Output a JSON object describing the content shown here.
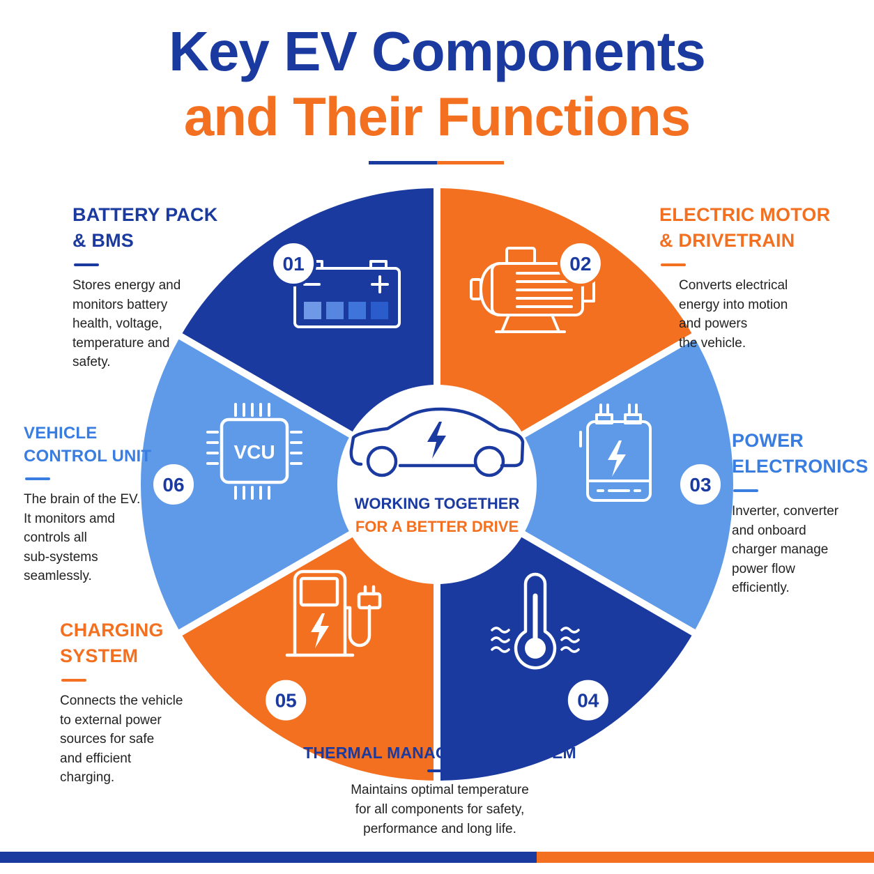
{
  "title": {
    "line1": "Key EV Components",
    "line2": "and Their Functions"
  },
  "colors": {
    "dark_blue": "#1a3aa0",
    "orange": "#f37021",
    "light_blue": "#5f9ae8",
    "badge_text": "#1a3aa0"
  },
  "center": {
    "line1": "WORKING TOGETHER",
    "line2": "FOR A BETTER DRIVE",
    "icon": "electric-car-icon"
  },
  "components": [
    {
      "number": "01",
      "title": "BATTERY PACK\n& BMS",
      "description": "Stores energy and\nmonitors battery\nhealth, voltage,\ntemperature and\nsafety.",
      "icon": "battery-icon",
      "segment_color": "dark_blue"
    },
    {
      "number": "02",
      "title": "ELECTRIC MOTOR\n& DRIVETRAIN",
      "description": "Converts electrical\nenergy into motion\nand powers\nthe vehicle.",
      "icon": "motor-icon",
      "segment_color": "orange"
    },
    {
      "number": "03",
      "title": "POWER\nELECTRONICS",
      "description": "Inverter, converter\nand onboard\ncharger manage\npower flow\nefficiently.",
      "icon": "power-module-icon",
      "segment_color": "light_blue"
    },
    {
      "number": "04",
      "title": "THERMAL MANAGEMENT SYSTEM",
      "description": "Maintains optimal temperature\nfor all components for safety,\nperformance and long life.",
      "icon": "thermometer-icon",
      "segment_color": "dark_blue"
    },
    {
      "number": "05",
      "title": "CHARGING\nSYSTEM",
      "description": "Connects the vehicle\nto external power\nsources for safe\nand efficient\ncharging.",
      "icon": "charging-station-icon",
      "segment_color": "orange"
    },
    {
      "number": "06",
      "title": "VEHICLE\nCONTROL UNIT",
      "description": "The brain of the EV.\nIt monitors amd\ncontrols all\nsub-systems\nseamlessly.",
      "icon": "chip-icon",
      "icon_label": "VCU",
      "segment_color": "light_blue"
    }
  ]
}
